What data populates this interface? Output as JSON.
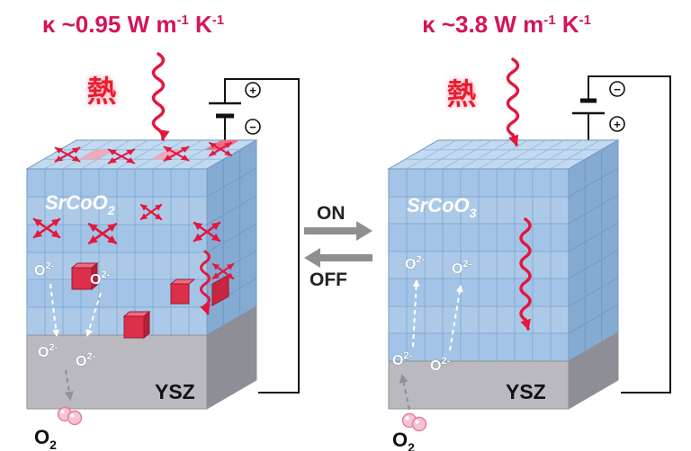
{
  "title_left": {
    "base": "κ ~0.95 W m",
    "exp1": "-1",
    "base2": " K",
    "exp2": "-1"
  },
  "title_right": {
    "base": "κ ~3.8 W m",
    "exp1": "-1",
    "base2": " K",
    "exp2": "-1"
  },
  "heat_label": "熱",
  "left": {
    "film": {
      "base": "SrCoO",
      "sub": "2"
    },
    "substrate": "YSZ",
    "gas": {
      "base": "O",
      "sub": "2"
    },
    "battery_top": "+",
    "battery_bottom": "−"
  },
  "right": {
    "film": {
      "base": "SrCoO",
      "sub": "3"
    },
    "substrate": "YSZ",
    "gas": {
      "base": "O",
      "sub": "2"
    },
    "battery_top": "−",
    "battery_bottom": "+"
  },
  "switch": {
    "on": "ON",
    "off": "OFF"
  },
  "ion": {
    "base": "O",
    "exp": "2-"
  },
  "colors": {
    "crimson": "#d4145a",
    "heat_red": "#ea1b2e",
    "film_front": "#a3c4e6",
    "film_top": "#c2d9f0",
    "film_side": "#86abd3",
    "substrate_front": "#b9b9bf",
    "substrate_side": "#8e8e96",
    "switch_gray": "#8f8f8f"
  }
}
